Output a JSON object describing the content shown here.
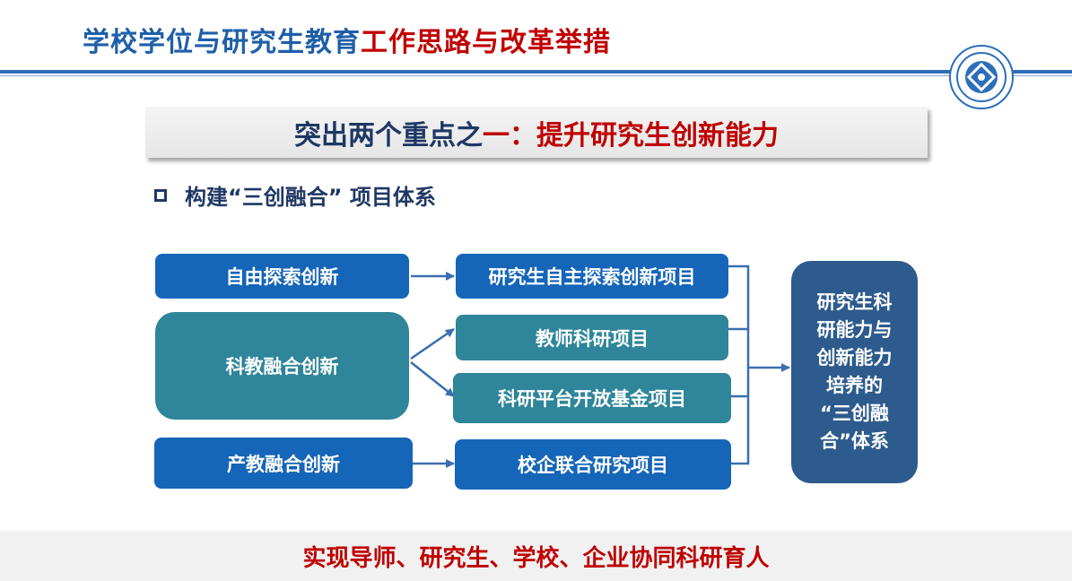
{
  "header": {
    "title_part1": "学校学位与研究生教育",
    "title_part2": "工作思路与改革举措"
  },
  "banner": {
    "part1": "突出两个重点之",
    "part2": "一：提升研究生创新能力"
  },
  "section": {
    "heading": "构建“三创融合” 项目体系"
  },
  "diagram": {
    "sources": [
      {
        "label": "自由探索创新"
      },
      {
        "label": "科教融合创新"
      },
      {
        "label": "产教融合创新"
      }
    ],
    "projects": [
      {
        "label": "研究生自主探索创新项目"
      },
      {
        "label": "教师科研项目"
      },
      {
        "label": "科研平台开放基金项目"
      },
      {
        "label": "校企联合研究项目"
      }
    ],
    "result": "研究生科\n研能力与\n创新能力\n培养的\n“三创融\n合”体系"
  },
  "footer": {
    "text": "实现导师、研究生、学校、企业协同科研育人"
  },
  "colors": {
    "title_blue": "#1f5fa8",
    "title_red": "#c00000",
    "box_blue": "#1565b8",
    "box_teal": "#2f8599",
    "result_box": "#2d5b8d",
    "connector": "#3a6fb0"
  }
}
